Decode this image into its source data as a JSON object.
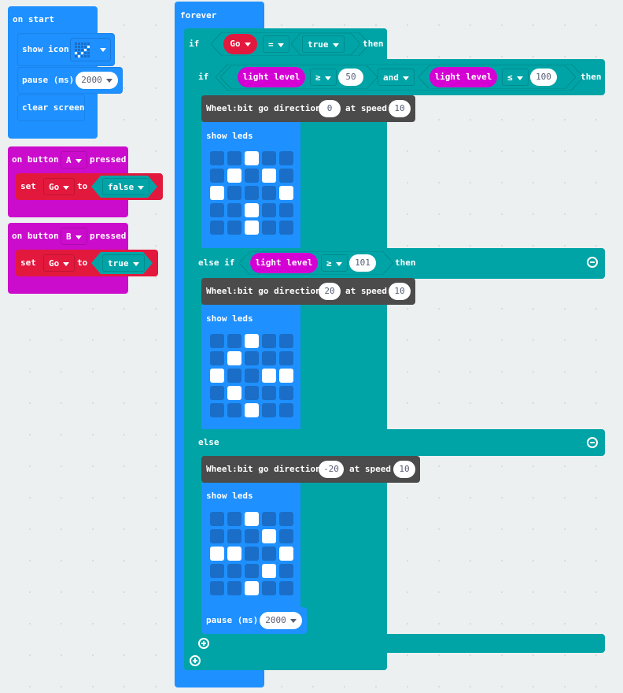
{
  "on_start": {
    "label": "on start",
    "show_icon": {
      "label": "show icon",
      "icon": "yes-checkmark"
    },
    "pause": {
      "label": "pause (ms)",
      "value": "2000"
    },
    "clear_screen": {
      "label": "clear screen"
    }
  },
  "button_a": {
    "label_on": "on button",
    "button": "A",
    "label_pressed": "pressed",
    "set": {
      "label": "set",
      "variable": "Go",
      "to": "to",
      "value": "false"
    }
  },
  "button_b": {
    "label_on": "on button",
    "button": "B",
    "label_pressed": "pressed",
    "set": {
      "label": "set",
      "variable": "Go",
      "to": "to",
      "value": "true"
    }
  },
  "forever": {
    "label": "forever",
    "outer_if": {
      "if": "if",
      "variable": "Go",
      "op": "=",
      "value": "true",
      "then": "then"
    },
    "inner_if": {
      "if": "if",
      "left": {
        "sensor": "light level",
        "op": "≥",
        "value": "50"
      },
      "logic": "and",
      "right": {
        "sensor": "light level",
        "op": "≤",
        "value": "100"
      },
      "then": "then",
      "drive": {
        "label": "Wheel:bit go direction",
        "direction": "0",
        "at_speed": "at speed",
        "speed": "10"
      },
      "show_leds": {
        "label": "show leds",
        "grid": [
          [
            0,
            0,
            1,
            0,
            0
          ],
          [
            0,
            1,
            0,
            1,
            0
          ],
          [
            1,
            0,
            0,
            0,
            1
          ],
          [
            0,
            0,
            1,
            0,
            0
          ],
          [
            0,
            0,
            1,
            0,
            0
          ]
        ]
      }
    },
    "else_if": {
      "label": "else if",
      "sensor": "light level",
      "op": "≥",
      "value": "101",
      "then": "then",
      "drive": {
        "label": "Wheel:bit go direction",
        "direction": "20",
        "at_speed": "at speed",
        "speed": "10"
      },
      "show_leds": {
        "label": "show leds",
        "grid": [
          [
            0,
            0,
            1,
            0,
            0
          ],
          [
            0,
            1,
            0,
            0,
            0
          ],
          [
            1,
            0,
            0,
            1,
            1
          ],
          [
            0,
            1,
            0,
            0,
            0
          ],
          [
            0,
            0,
            1,
            0,
            0
          ]
        ]
      }
    },
    "else": {
      "label": "else",
      "drive": {
        "label": "Wheel:bit go direction",
        "direction": "-20",
        "at_speed": "at speed",
        "speed": "10"
      },
      "show_leds": {
        "label": "show leds",
        "grid": [
          [
            0,
            0,
            1,
            0,
            0
          ],
          [
            0,
            0,
            0,
            1,
            0
          ],
          [
            1,
            1,
            0,
            0,
            1
          ],
          [
            0,
            0,
            0,
            1,
            0
          ],
          [
            0,
            0,
            1,
            0,
            0
          ]
        ]
      }
    },
    "pause": {
      "label": "pause (ms)",
      "value": "2000"
    }
  },
  "colors": {
    "basic": "#1e90ff",
    "logic": "#00a4a6",
    "variables": "#e3183d",
    "input": "#cc0ccc",
    "extension": "#4b4b4b",
    "workspace": "#ecf0f1"
  }
}
